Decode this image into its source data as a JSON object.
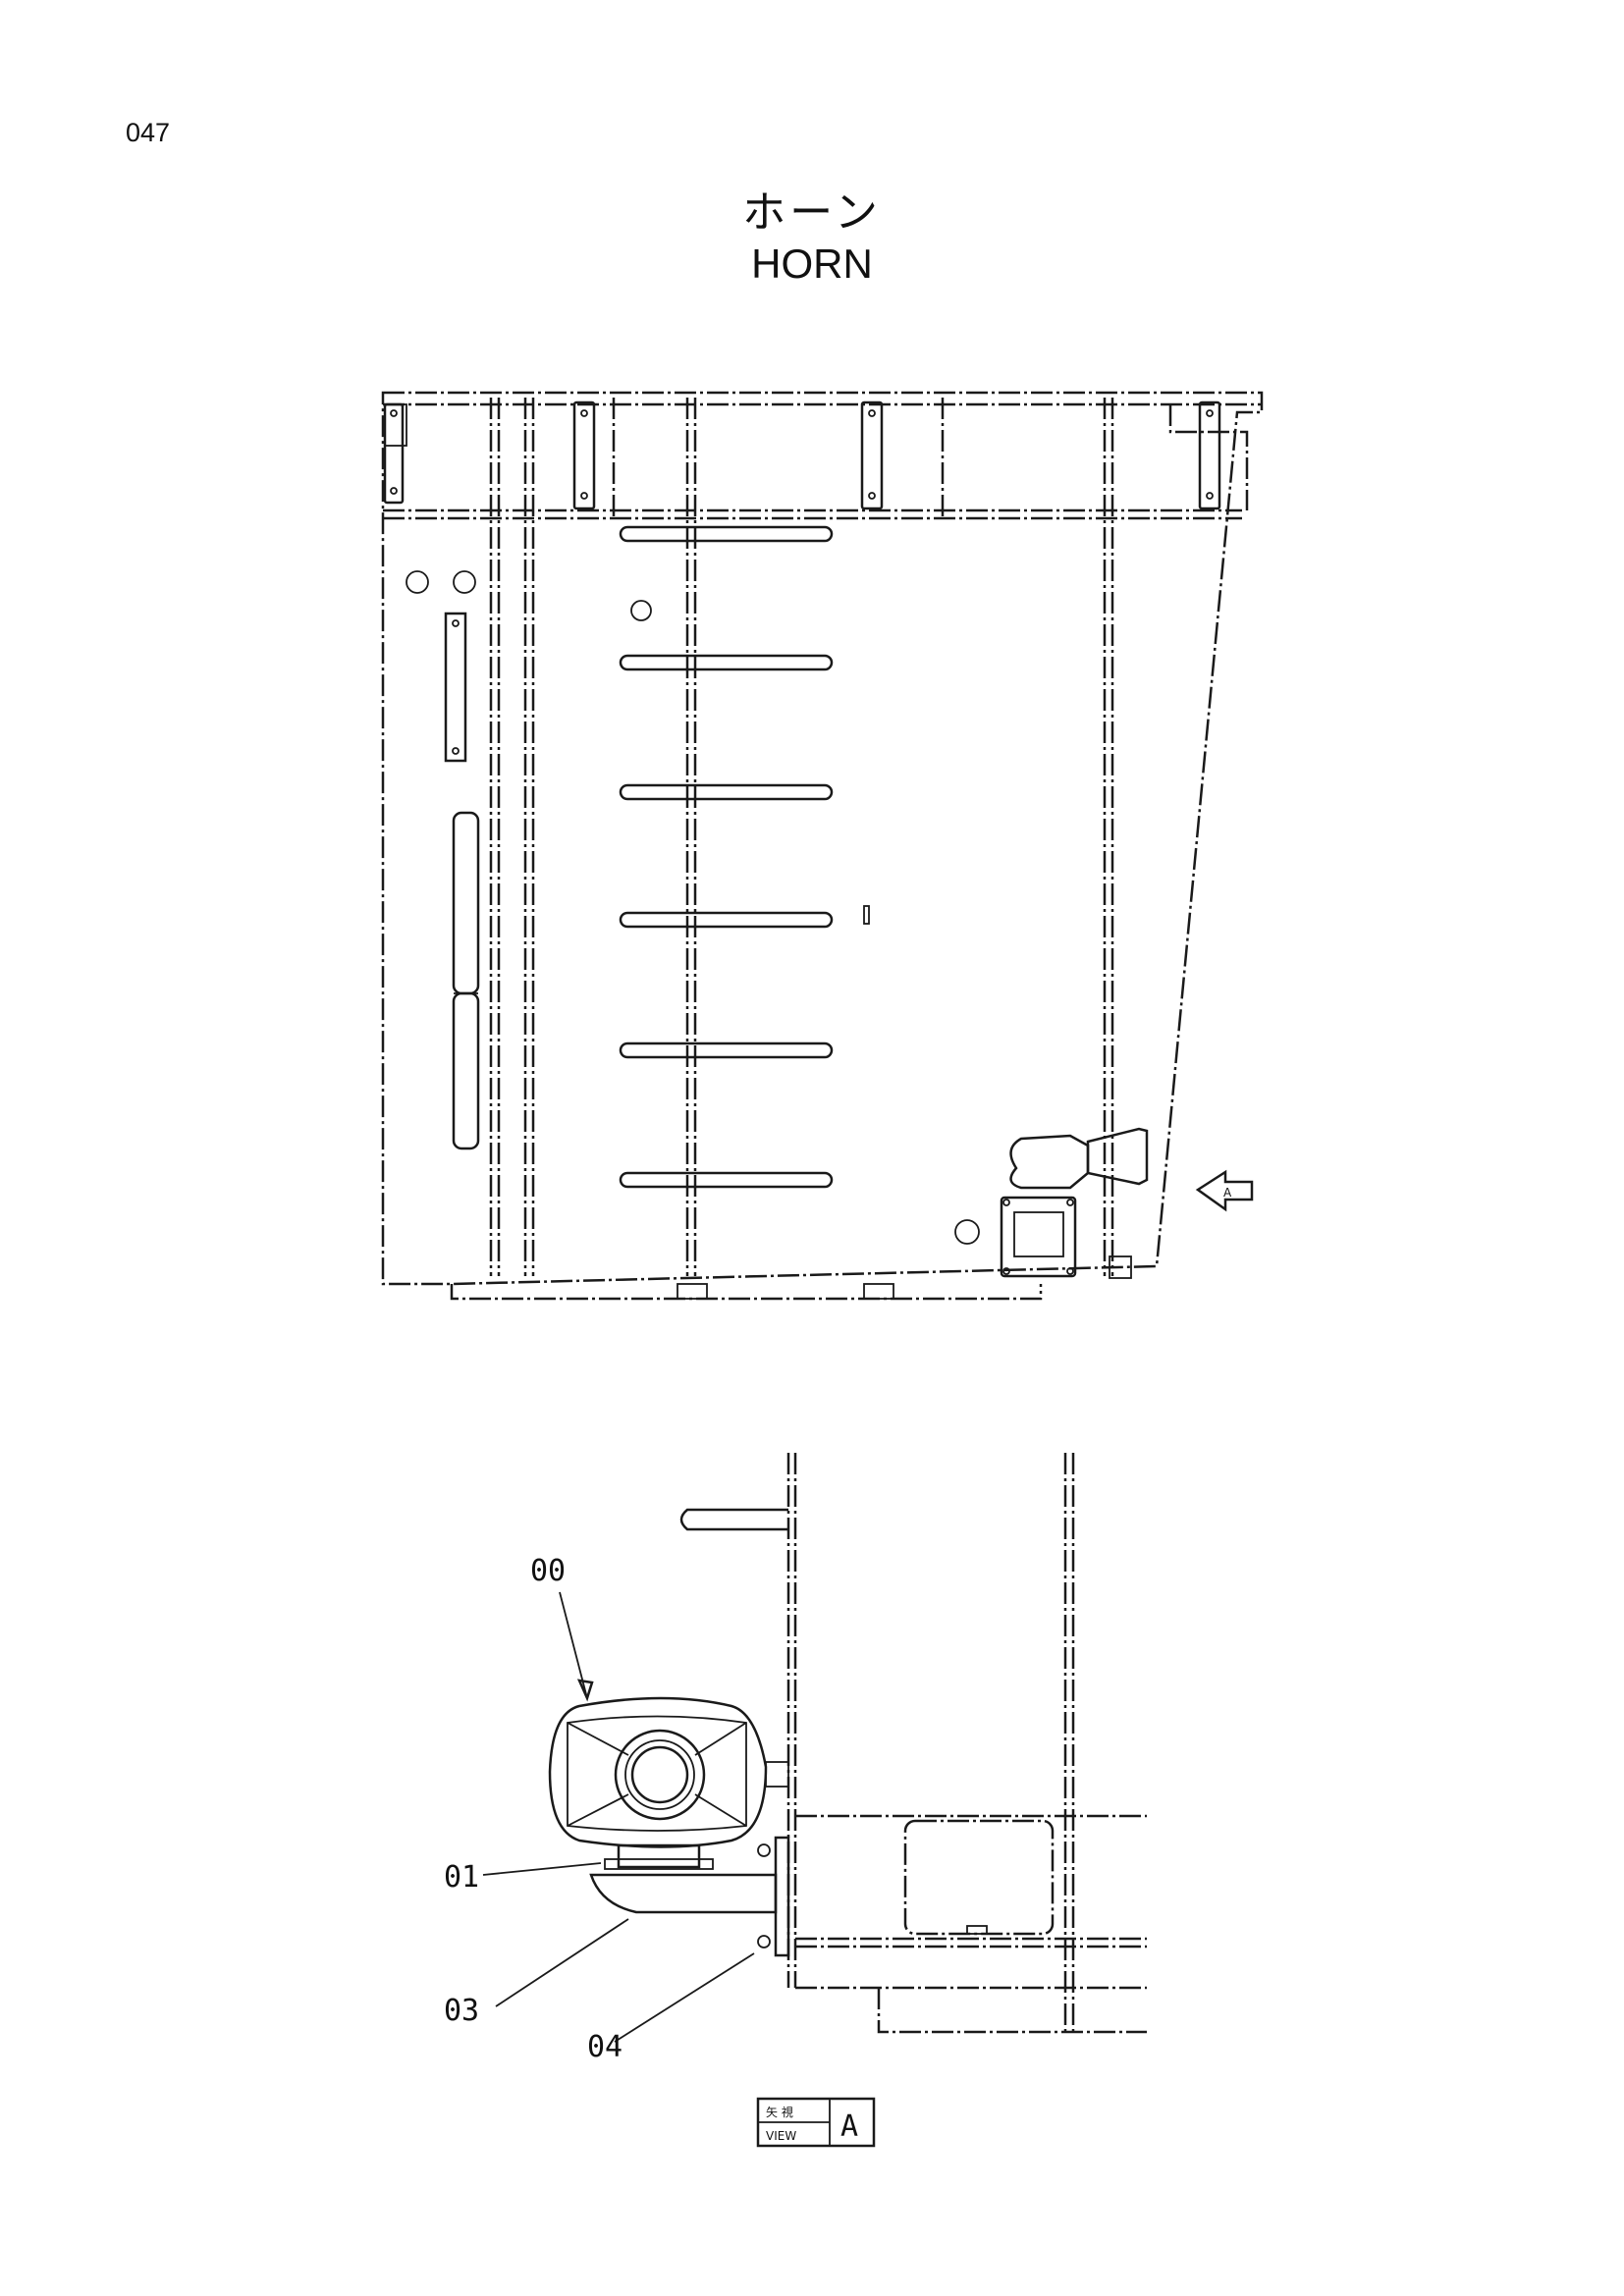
{
  "page": {
    "number": "047"
  },
  "title": {
    "japanese": "ホーン",
    "english": "HORN"
  },
  "side_view": {
    "view_arrow_letter": "A"
  },
  "detail_view": {
    "callouts": [
      "00",
      "01",
      "03",
      "04"
    ],
    "view_label": {
      "japanese": "矢 視",
      "english": "VIEW",
      "letter": "A"
    }
  }
}
